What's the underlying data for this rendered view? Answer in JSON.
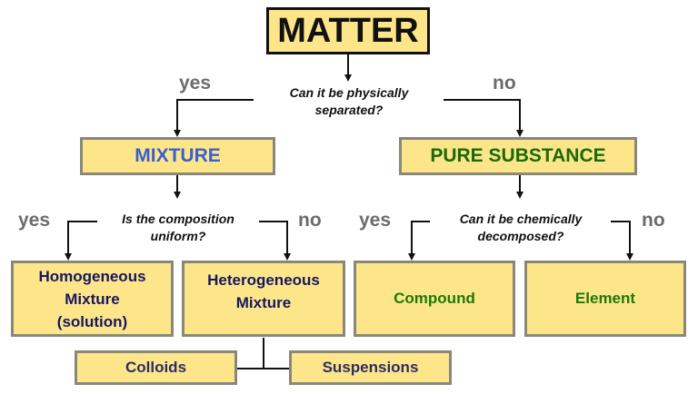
{
  "diagram": {
    "root": "MATTER",
    "questions": {
      "physically_separated": [
        "Can it be physically",
        "separated?"
      ],
      "composition_uniform": [
        "Is the composition",
        "uniform?"
      ],
      "chemically_decomposed": [
        "Can it be chemically",
        "decomposed?"
      ]
    },
    "answers": {
      "yes": "yes",
      "no": "no"
    },
    "nodes": {
      "mixture": "MIXTURE",
      "pure_substance": "PURE SUBSTANCE",
      "homogeneous": [
        "Homogeneous",
        "Mixture",
        "(solution)"
      ],
      "heterogeneous": [
        "Heterogeneous",
        "Mixture"
      ],
      "compound": "Compound",
      "element": "Element",
      "colloids": "Colloids",
      "suspensions": "Suspensions"
    },
    "colors": {
      "box_fill": "#fde68a",
      "box_border": "#8a8778",
      "mixture_text": "#3a5fd0",
      "pure_text": "#1a6a0a",
      "mixture_types_text": "#161760",
      "substance_types_text": "#1a7a0a",
      "answer_text": "#6b6b6b"
    }
  }
}
